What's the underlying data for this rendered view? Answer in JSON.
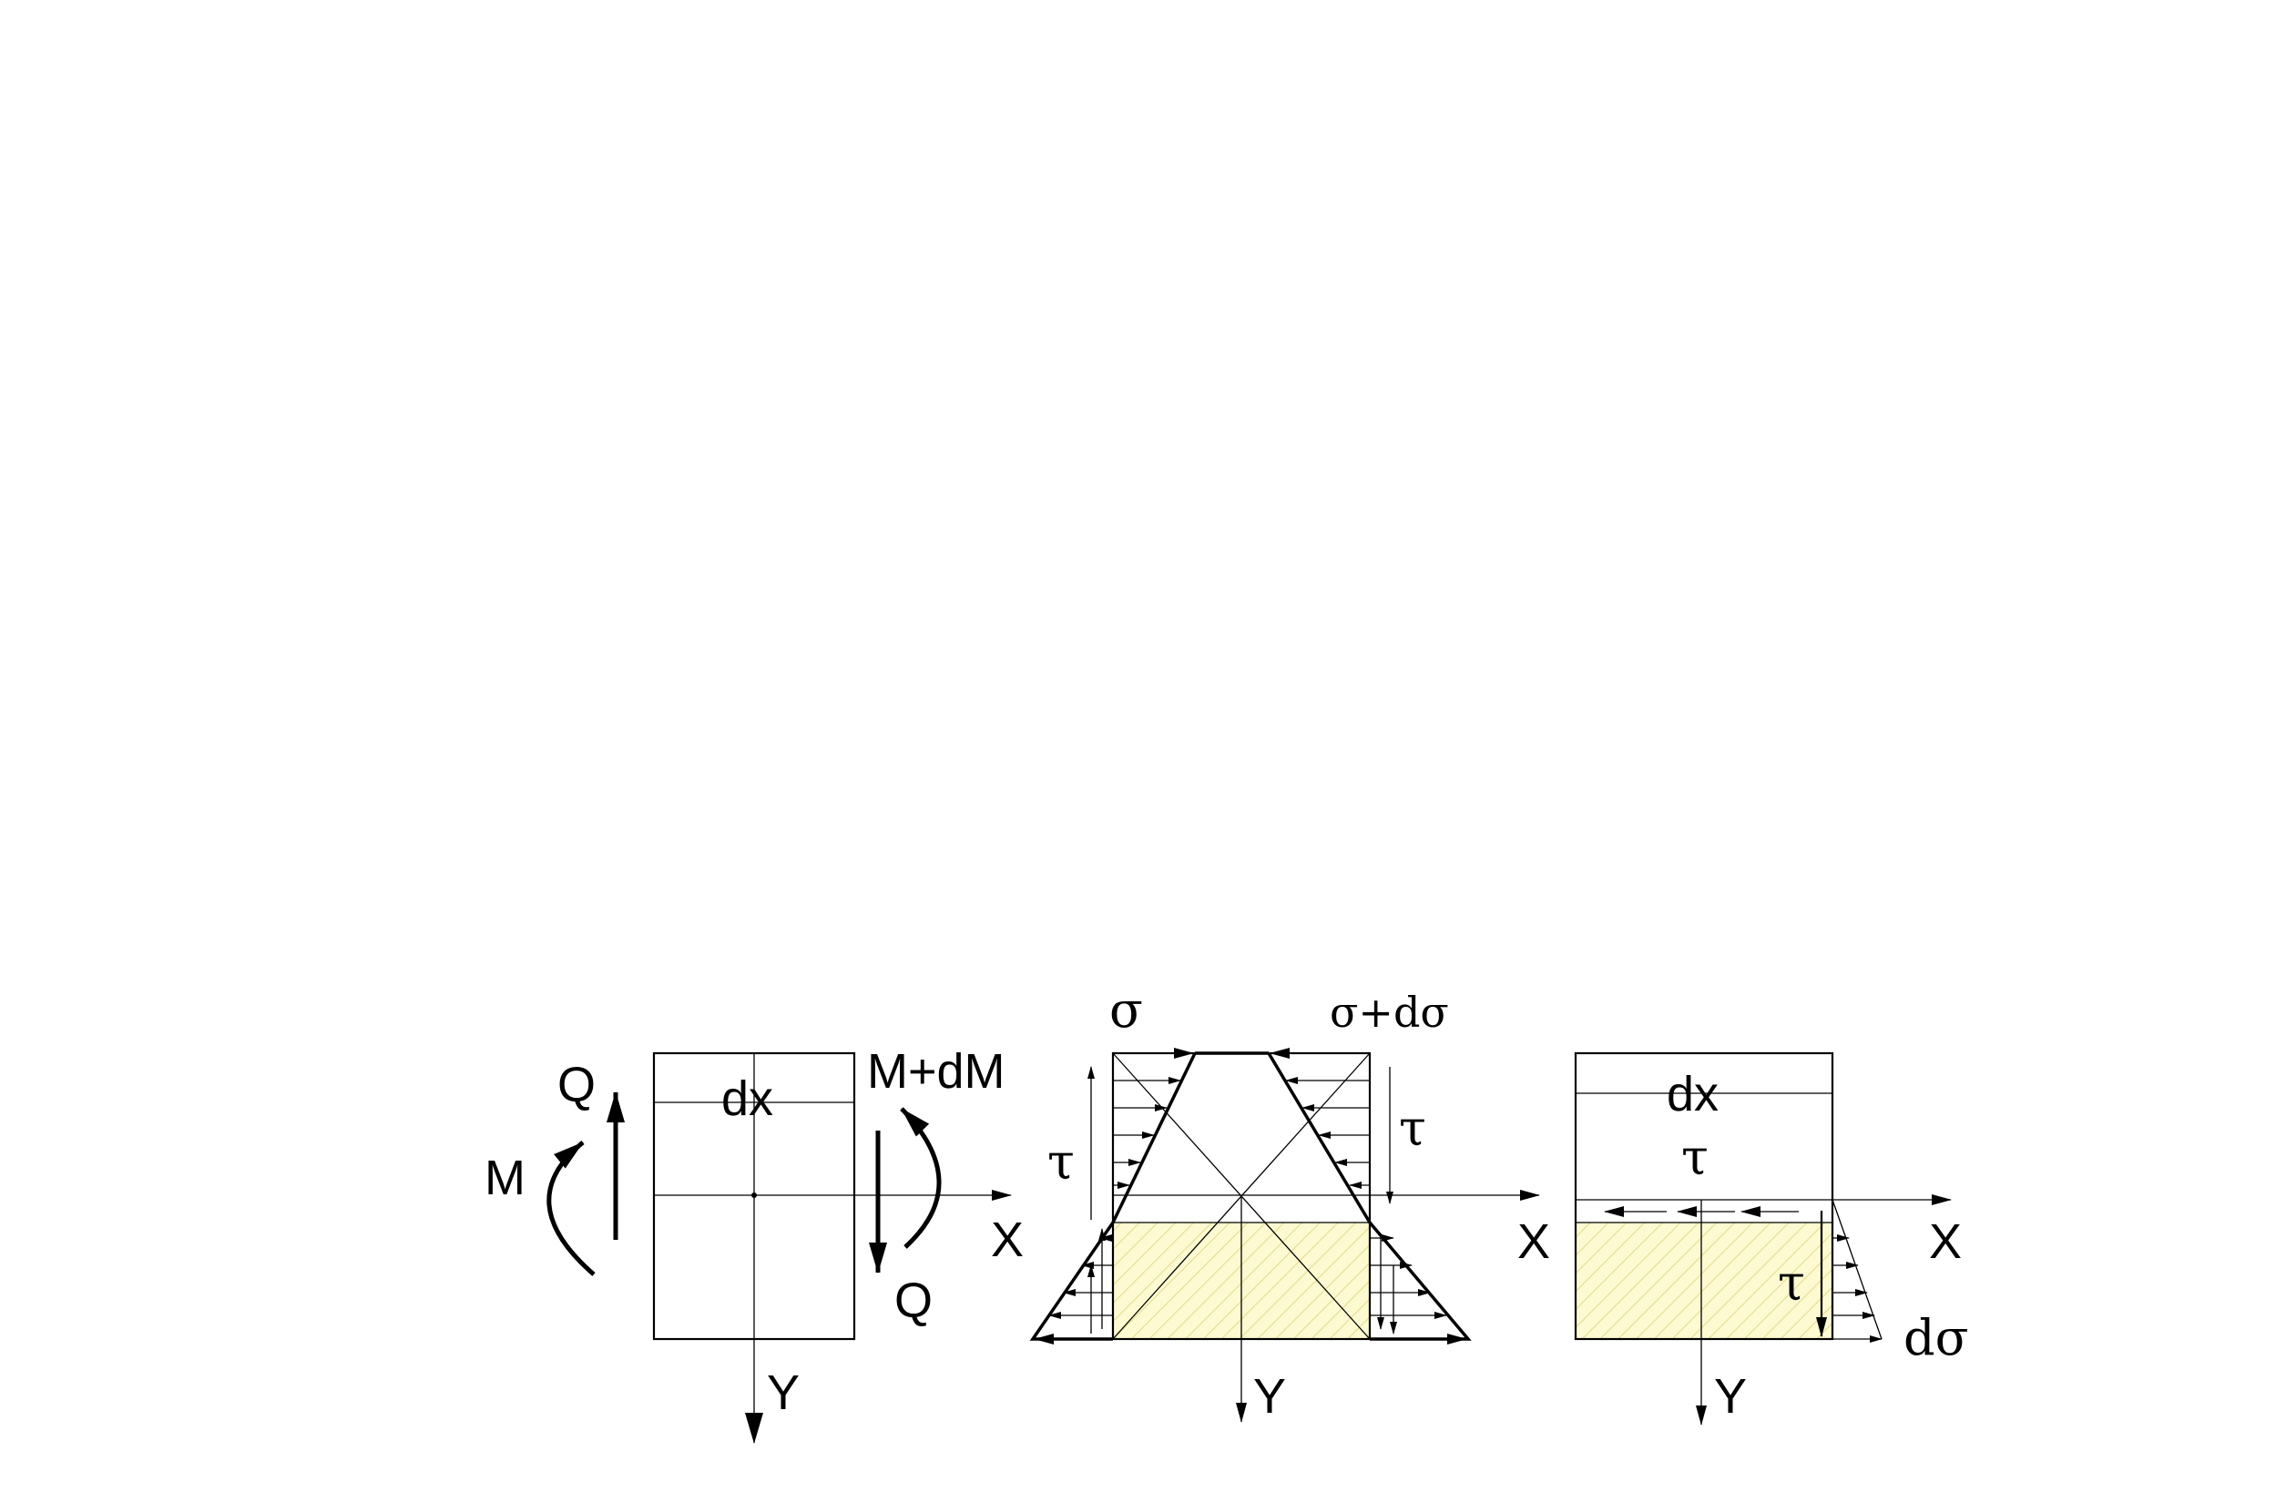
{
  "panel_left": {
    "label_Q_top": "Q",
    "label_M": "M",
    "label_dx": "dx",
    "label_MdM": "M+dM",
    "label_Q_bottom": "Q",
    "label_X": "X",
    "label_Y": "Y"
  },
  "panel_middle": {
    "label_sigma": "σ",
    "label_sigma_dsigma": "σ+dσ",
    "label_tau_left": "τ",
    "label_tau_right": "τ",
    "label_X": "X",
    "label_Y": "Y"
  },
  "panel_right": {
    "label_dx": "dx",
    "label_tau_top": "τ",
    "label_tau_side": "τ",
    "label_dsigma": "dσ",
    "label_X": "X",
    "label_Y": "Y"
  },
  "colors": {
    "hatch_fill": "#fdfad2",
    "hatch_line": "#e2d98a",
    "line": "#000000"
  }
}
